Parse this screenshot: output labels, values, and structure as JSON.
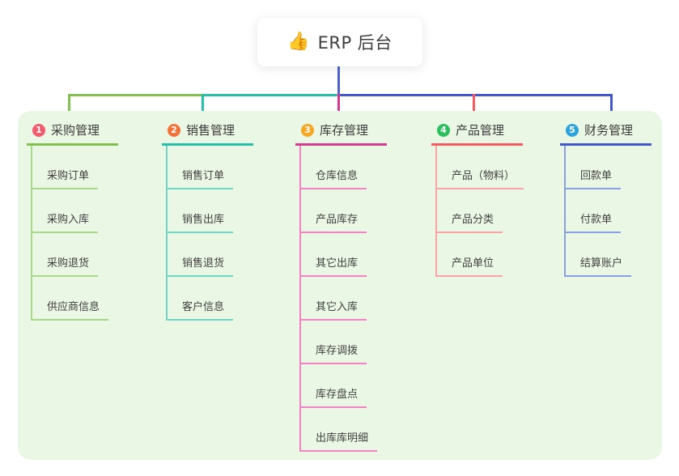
{
  "root": {
    "icon": "👍",
    "title": "ERP 后台"
  },
  "connectors": {
    "stem_color": "#4c60d2"
  },
  "branches": [
    {
      "number": "1",
      "title": "采购管理",
      "color": "#82c050",
      "light_color": "#a9d88a",
      "badge_color": "#f15b6c",
      "children": [
        "采购订单",
        "采购入库",
        "采购退货",
        "供应商信息"
      ]
    },
    {
      "number": "2",
      "title": "销售管理",
      "color": "#27bfa9",
      "light_color": "#72d6c6",
      "badge_color": "#f1733a",
      "children": [
        "销售订单",
        "销售出库",
        "销售退货",
        "客户信息"
      ]
    },
    {
      "number": "3",
      "title": "库存管理",
      "color": "#d83a91",
      "light_color": "#ef83c3",
      "badge_color": "#f6a723",
      "children": [
        "仓库信息",
        "产品库存",
        "其它出库",
        "其它入库",
        "库存调拨",
        "库存盘点",
        "出库库明细"
      ]
    },
    {
      "number": "4",
      "title": "产品管理",
      "color": "#f65960",
      "light_color": "#f9a2a7",
      "badge_color": "#2bbf5d",
      "children": [
        "产品（物料）",
        "产品分类",
        "产品单位"
      ]
    },
    {
      "number": "5",
      "title": "财务管理",
      "color": "#4257cd",
      "light_color": "#8aa0e4",
      "badge_color": "#2ea2dc",
      "children": [
        "回款单",
        "付款单",
        "结算账户"
      ]
    }
  ]
}
